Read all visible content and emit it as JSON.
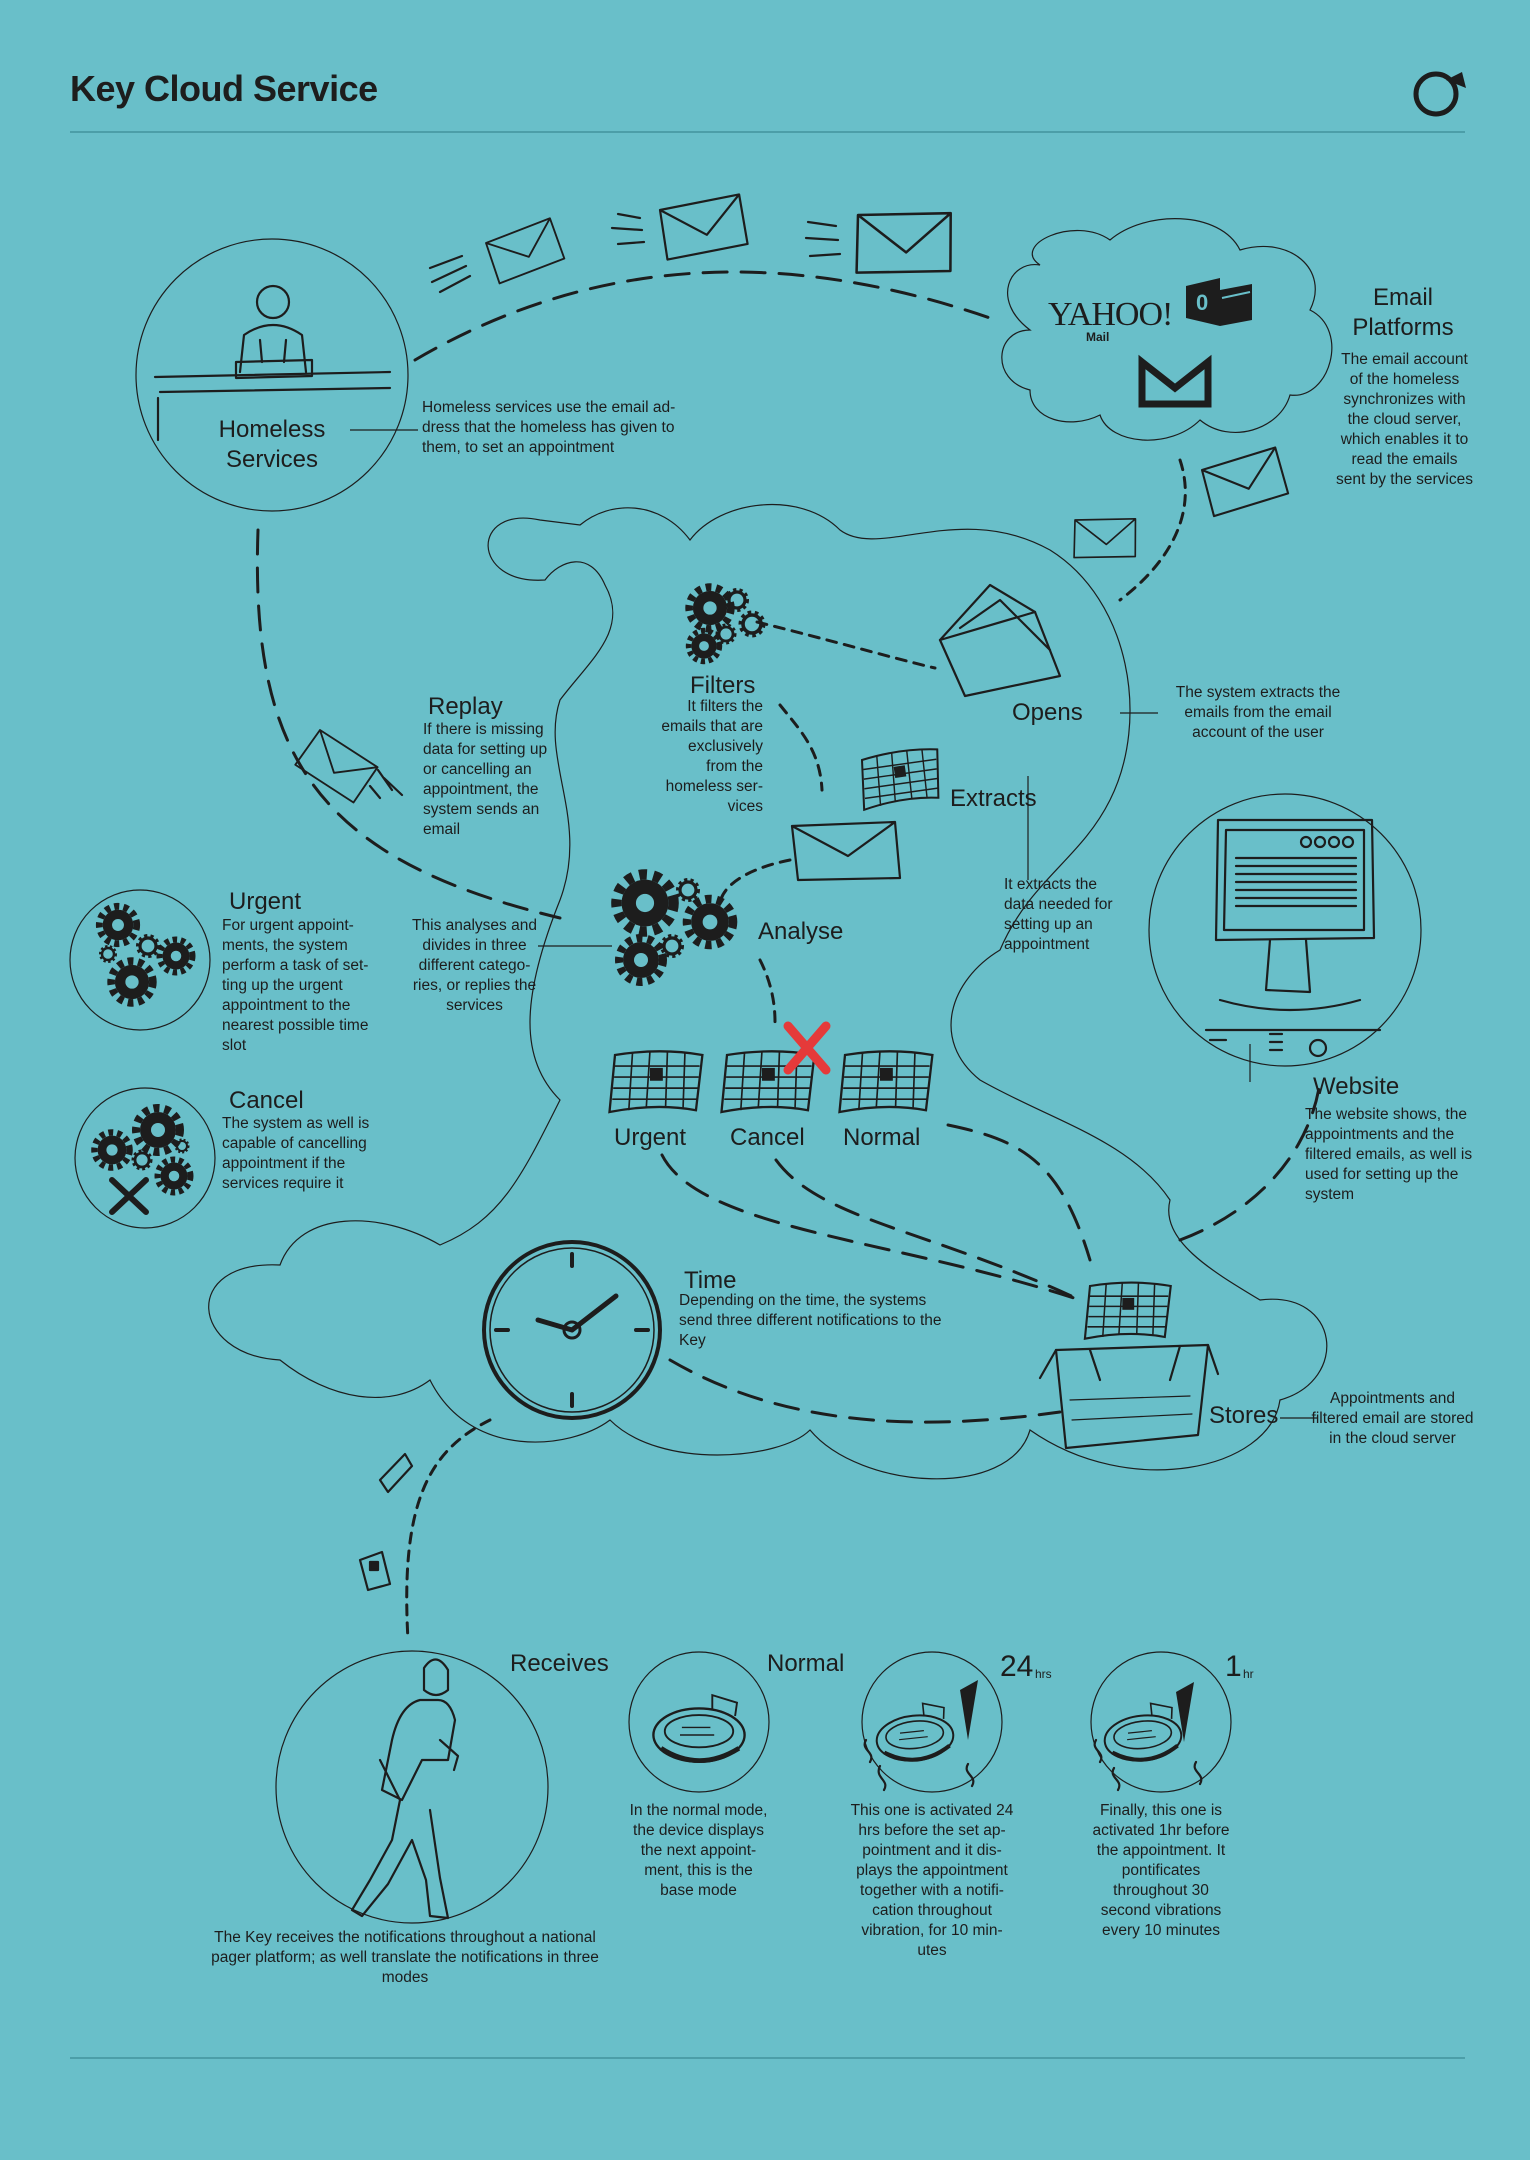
{
  "title": "Key Cloud Service",
  "colors": {
    "background": "#69bfc9",
    "ink": "#1d1d1d",
    "cancel_mark": "#e53a3a"
  },
  "icons": [
    "key-logo-icon",
    "envelope-icon",
    "gear-icon",
    "grid-calendar-icon",
    "box-icon",
    "clock-icon",
    "monitor-icon",
    "pager-icon",
    "person-icon"
  ],
  "email_logos": {
    "yahoo": "YAHOO!",
    "yahoo_sub": "Mail",
    "outlook": "0"
  },
  "nodes": {
    "homeless": {
      "label_1": "Homeless",
      "label_2": "Services",
      "desc_1": "Homeless services use the email ad-",
      "desc_2": "dress that the homeless has given to",
      "desc_3": "them, to set an appointment"
    },
    "email": {
      "label_1": "Email",
      "label_2": "Platforms",
      "desc_1": "The email account",
      "desc_2": "of the homeless",
      "desc_3": "synchronizes with",
      "desc_4": "the cloud server,",
      "desc_5": "which enables it to",
      "desc_6": "read the emails",
      "desc_7": "sent by the services"
    },
    "opens": {
      "label": "Opens",
      "desc_1": "The system extracts the",
      "desc_2": "emails from the email",
      "desc_3": "account of the user"
    },
    "filters": {
      "label": "Filters",
      "desc_1": "It filters the",
      "desc_2": "emails that are",
      "desc_3": "exclusively",
      "desc_4": "from the",
      "desc_5": "homeless ser-",
      "desc_6": "vices"
    },
    "extracts": {
      "label": "Extracts",
      "desc_1": "It extracts the",
      "desc_2": "data needed for",
      "desc_3": "setting up an",
      "desc_4": "appointment"
    },
    "replay": {
      "label": "Replay",
      "desc_1": "If there is missing",
      "desc_2": "data for setting up",
      "desc_3": "or cancelling an",
      "desc_4": "appointment, the",
      "desc_5": "system sends an",
      "desc_6": "email"
    },
    "analyse": {
      "label": "Analyse",
      "desc_1": "This analyses and",
      "desc_2": "divides in three",
      "desc_3": "different catego-",
      "desc_4": "ries, or replies the",
      "desc_5": "services"
    },
    "urgent_side": {
      "label": "Urgent",
      "desc_1": "For urgent appoint-",
      "desc_2": "ments, the system",
      "desc_3": "perform a task of set-",
      "desc_4": "ting up the urgent",
      "desc_5": "appointment to the",
      "desc_6": "nearest possible time",
      "desc_7": "slot"
    },
    "cancel_side": {
      "label": "Cancel",
      "desc_1": "The system as well is",
      "desc_2": "capable of cancelling",
      "desc_3": "appointment if the",
      "desc_4": "services require it"
    },
    "categories": {
      "urgent": "Urgent",
      "cancel": "Cancel",
      "normal": "Normal"
    },
    "website": {
      "label": "Website",
      "desc_1": "The website shows, the",
      "desc_2": "appointments and the",
      "desc_3": "filtered emails, as well is",
      "desc_4": "used for setting up the",
      "desc_5": "system"
    },
    "time": {
      "label": "Time",
      "desc_1": "Depending on the time, the systems",
      "desc_2": "send three different notifications to the",
      "desc_3": "Key"
    },
    "stores": {
      "label": "Stores",
      "desc_1": "Appointments and",
      "desc_2": "filtered email are stored",
      "desc_3": "in the cloud server"
    },
    "receives": {
      "label": "Receives",
      "desc_1": "The Key receives the notifications throughout a national",
      "desc_2": "pager platform; as well translate the notifications in three",
      "desc_3": "modes"
    },
    "normal_mode": {
      "label": "Normal",
      "desc_1": "In the normal mode,",
      "desc_2": "the device displays",
      "desc_3": "the next appoint-",
      "desc_4": "ment, this is the",
      "desc_5": "base mode"
    },
    "mode_24": {
      "number": "24",
      "unit": "hrs",
      "desc_1": "This one is activated 24",
      "desc_2": "hrs before the set ap-",
      "desc_3": "pointment and it dis-",
      "desc_4": "plays the appointment",
      "desc_5": "together with a notifi-",
      "desc_6": "cation throughout",
      "desc_7": "vibration, for 10 min-",
      "desc_8": "utes"
    },
    "mode_1": {
      "number": "1",
      "unit": "hr",
      "desc_1": "Finally, this one is",
      "desc_2": "activated 1hr before",
      "desc_3": "the appointment. It",
      "desc_4": "pontificates",
      "desc_5": "throughout 30",
      "desc_6": "second vibrations",
      "desc_7": "every 10 minutes"
    }
  }
}
